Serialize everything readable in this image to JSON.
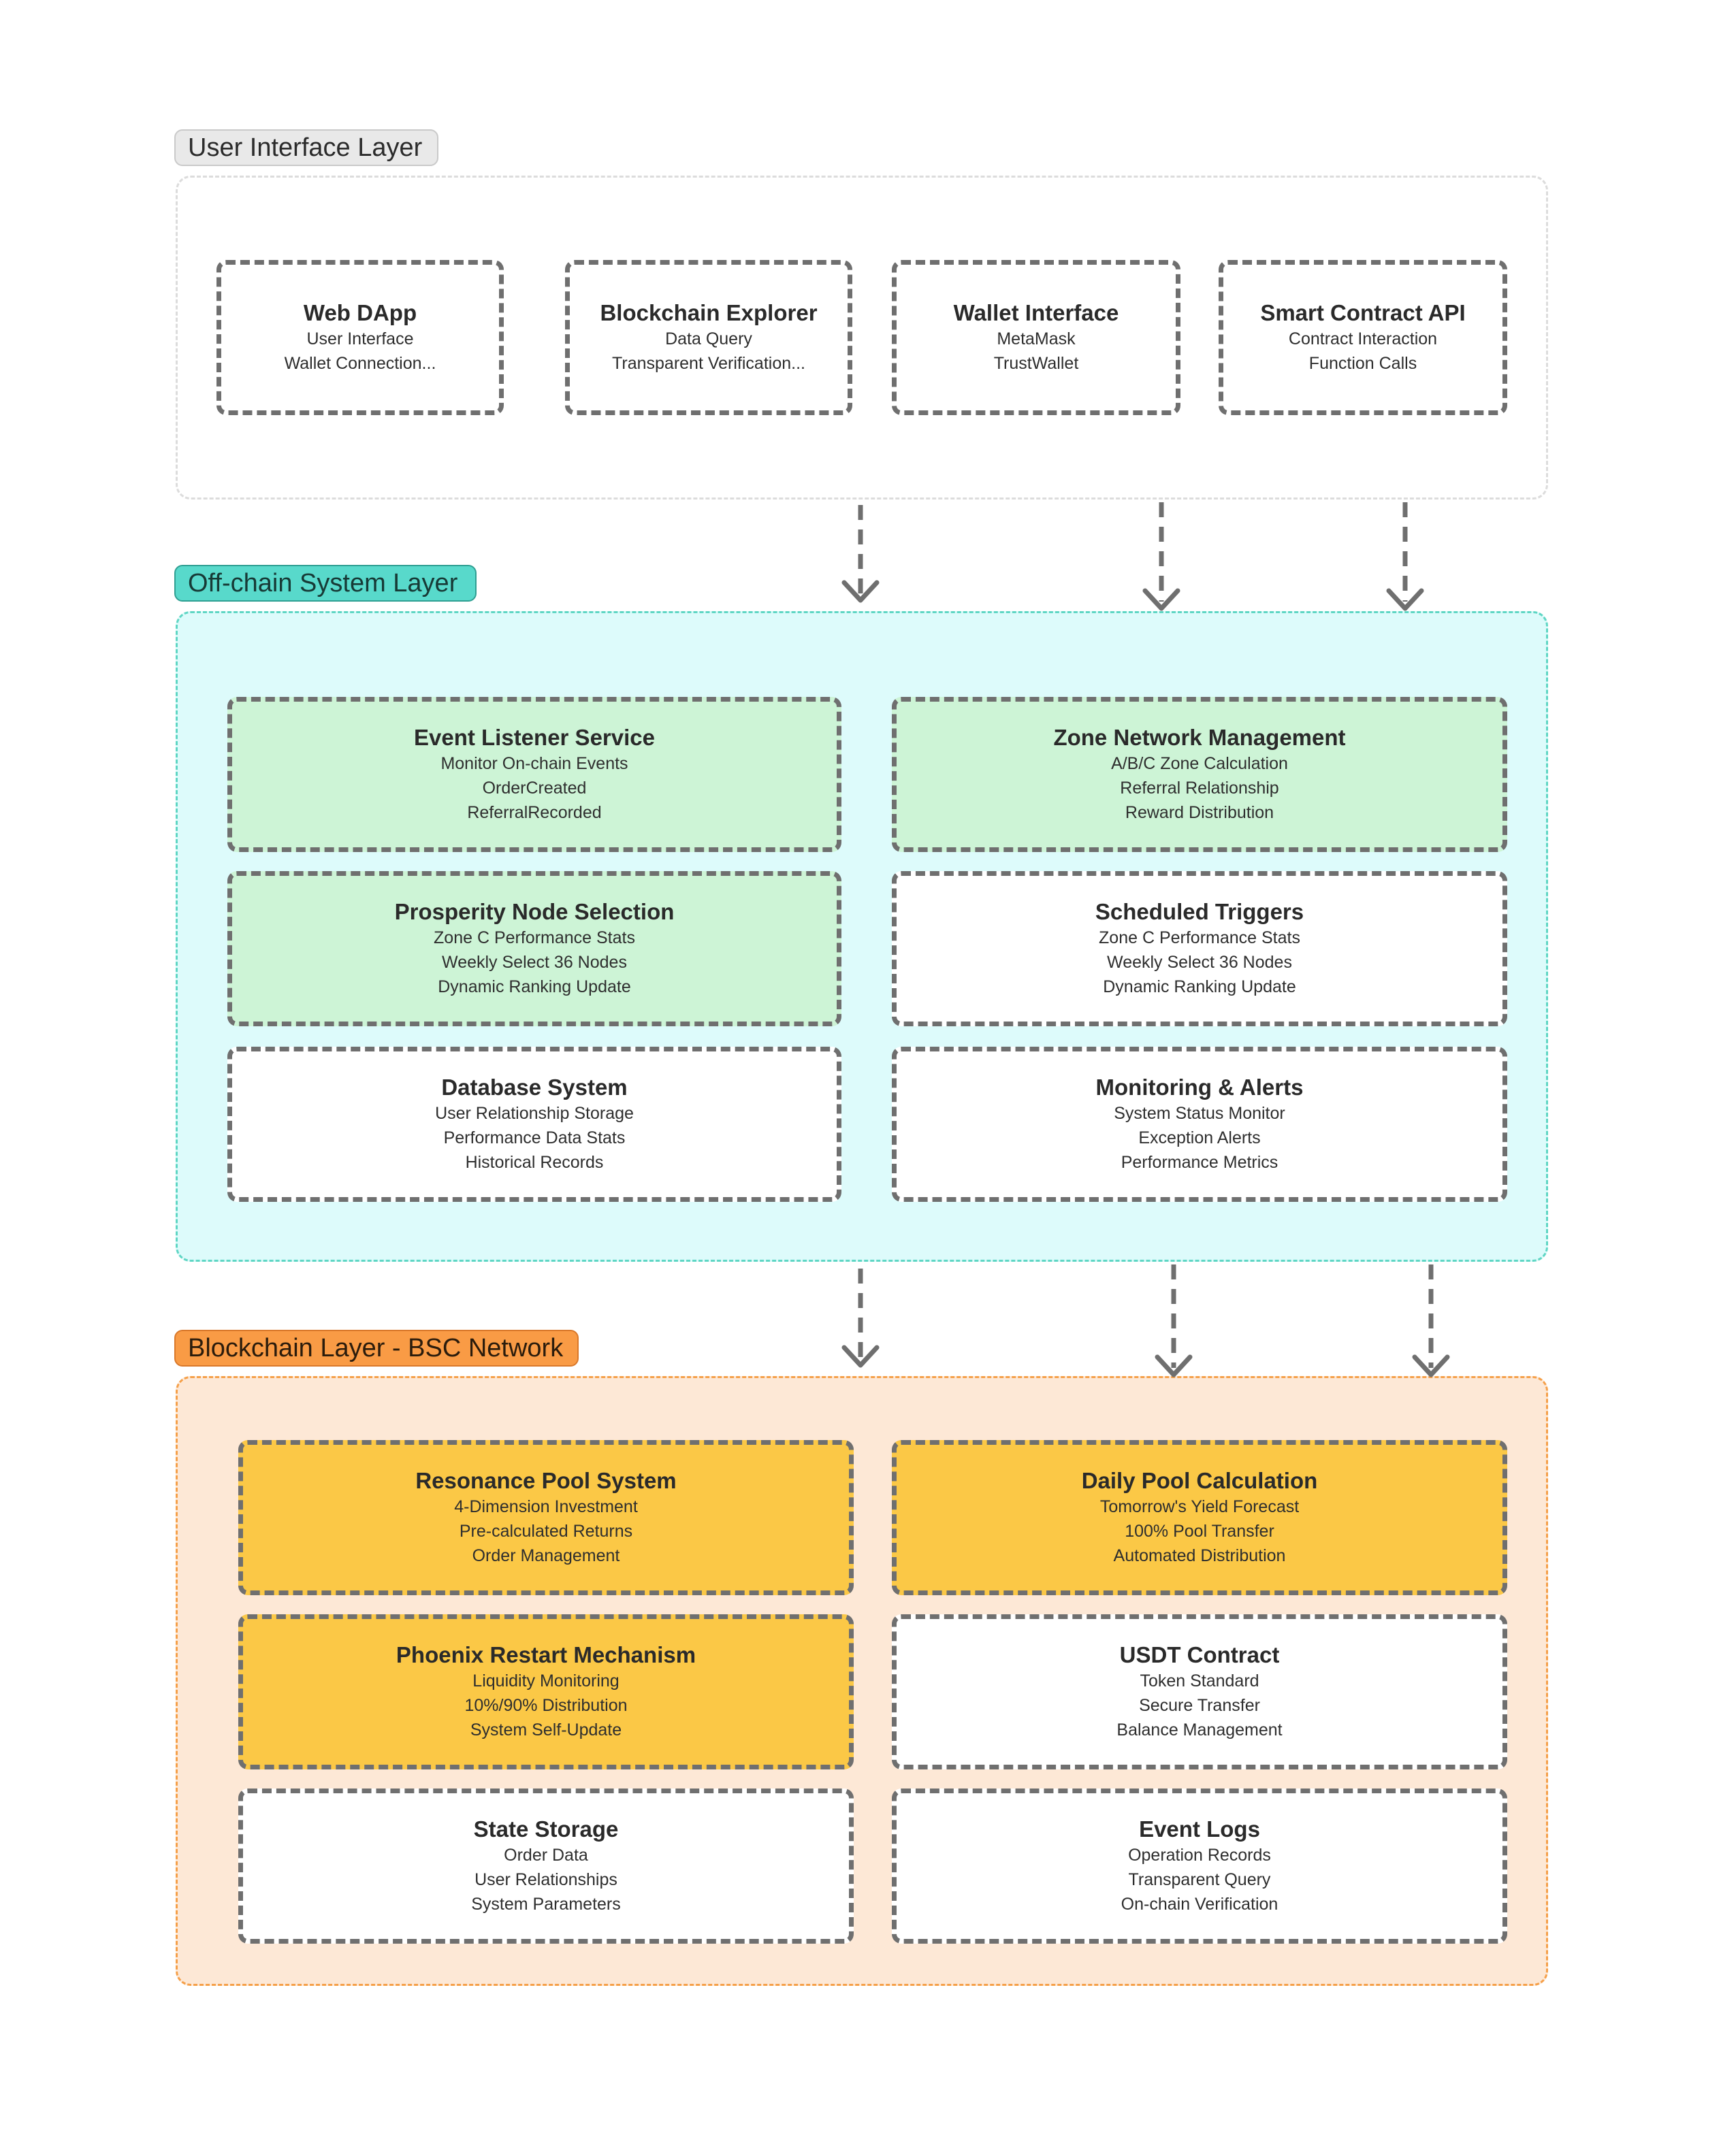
{
  "colors": {
    "ui_label_bg": "#e9e9e9",
    "offchain_frame_bg": "#ddfbfb",
    "offchain_frame_border": "#5fd6c4",
    "offchain_label_bg": "#58d9cb",
    "blockchain_frame_bg": "#fde8d6",
    "blockchain_frame_border": "#f5a04a",
    "blockchain_label_bg": "#f99b45",
    "green_node": "#cdf4d6",
    "yellow_node": "#fbc846",
    "white_node": "#ffffff",
    "dashed_stroke": "#6f6f6f"
  },
  "layers": [
    {
      "label": "User Interface Layer",
      "nodes": [
        {
          "title": "Web DApp",
          "lines": [
            "User Interface",
            "Wallet Connection..."
          ]
        },
        {
          "title": "Blockchain Explorer",
          "lines": [
            "Data Query",
            "Transparent Verification..."
          ]
        },
        {
          "title": "Wallet Interface",
          "lines": [
            "MetaMask",
            "TrustWallet"
          ]
        },
        {
          "title": "Smart Contract API",
          "lines": [
            "Contract Interaction",
            "Function Calls"
          ]
        }
      ]
    },
    {
      "label": "Off-chain System Layer",
      "nodes": [
        {
          "title": "Event Listener Service",
          "lines": [
            "Monitor On-chain Events",
            "OrderCreated",
            "ReferralRecorded"
          ]
        },
        {
          "title": "Zone Network Management",
          "lines": [
            "A/B/C Zone Calculation",
            "Referral Relationship",
            "Reward Distribution"
          ]
        },
        {
          "title": "Prosperity Node Selection",
          "lines": [
            "Zone C Performance Stats",
            "Weekly Select 36 Nodes",
            "Dynamic Ranking Update"
          ]
        },
        {
          "title": "Scheduled Triggers",
          "lines": [
            "Zone C Performance Stats",
            "Weekly Select 36 Nodes",
            "Dynamic Ranking Update"
          ]
        },
        {
          "title": "Database System",
          "lines": [
            "User Relationship Storage",
            "Performance Data Stats",
            "Historical Records"
          ]
        },
        {
          "title": "Monitoring & Alerts",
          "lines": [
            "System Status Monitor",
            "Exception Alerts",
            "Performance Metrics"
          ]
        }
      ]
    },
    {
      "label": "Blockchain Layer - BSC Network",
      "nodes": [
        {
          "title": "Resonance Pool System",
          "lines": [
            "4-Dimension Investment",
            "Pre-calculated Returns",
            "Order Management"
          ]
        },
        {
          "title": "Daily Pool Calculation",
          "lines": [
            "Tomorrow's Yield Forecast",
            "100% Pool Transfer",
            "Automated Distribution"
          ]
        },
        {
          "title": "Phoenix Restart Mechanism",
          "lines": [
            "Liquidity Monitoring",
            "10%/90% Distribution",
            "System Self-Update"
          ]
        },
        {
          "title": "USDT Contract",
          "lines": [
            "Token Standard",
            "Secure Transfer",
            "Balance Management"
          ]
        },
        {
          "title": "State Storage",
          "lines": [
            "Order Data",
            "User Relationships",
            "System Parameters"
          ]
        },
        {
          "title": "Event Logs",
          "lines": [
            "Operation Records",
            "Transparent Query",
            "On-chain Verification"
          ]
        }
      ]
    }
  ]
}
